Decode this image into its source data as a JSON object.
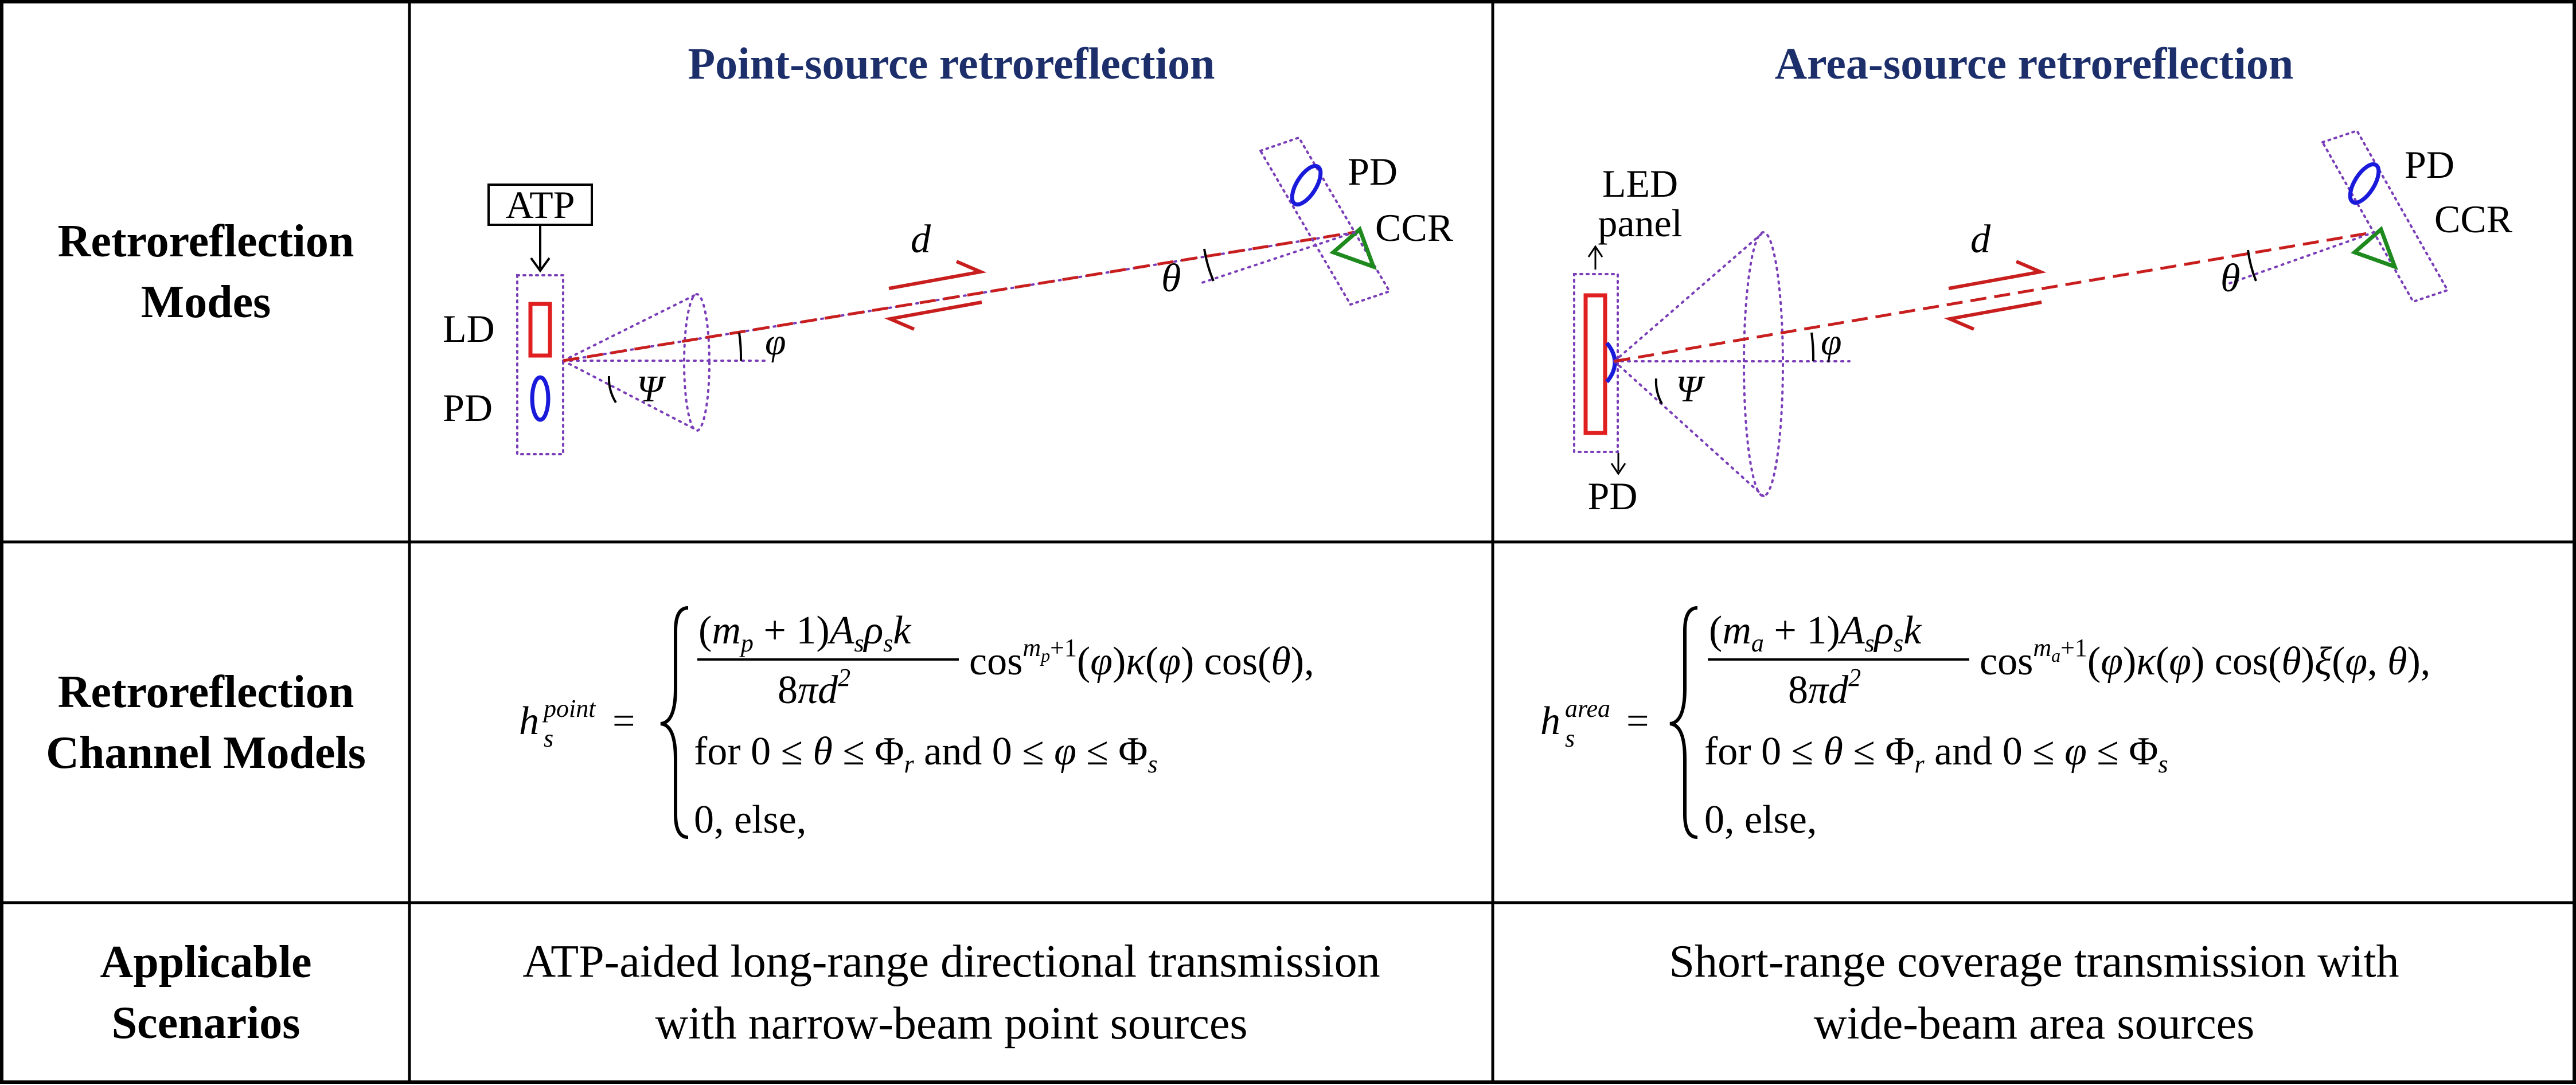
{
  "columns": {
    "point": "Point-source retroreflection",
    "area": "Area-source retroreflection"
  },
  "rows": {
    "modes": [
      "Retroreflection",
      "Modes"
    ],
    "channel": [
      "Retroreflection",
      "Channel Models"
    ],
    "scenarios": [
      "Applicable",
      "Scenarios"
    ]
  },
  "diagram_point": {
    "atp": "ATP",
    "ld": "LD",
    "pd_tx": "PD",
    "pd_rx": "PD",
    "ccr": "CCR",
    "d": "d",
    "theta": "θ",
    "phi": "φ",
    "psi": "Ψ"
  },
  "diagram_area": {
    "led_line1": "LED",
    "led_line2": "panel",
    "pd_tx": "PD",
    "pd_rx": "PD",
    "ccr": "CCR",
    "d": "d",
    "theta": "θ",
    "phi": "φ",
    "psi": "Ψ"
  },
  "formula_point": {
    "lhs_h": "h",
    "lhs_sup": "point",
    "lhs_sub": "s",
    "num": "(m_p + 1)A_sρ_sk",
    "den": "8πd²",
    "tail": "cos^{m_p+1}(φ)κ(φ) cos(θ),",
    "cond": "for 0 ≤ θ ≤ Φ_r and 0 ≤ φ ≤ Φ_s",
    "else": "0, else,"
  },
  "formula_area": {
    "lhs_h": "h",
    "lhs_sup": "area",
    "lhs_sub": "s",
    "num": "(m_a + 1)A_sρ_sk",
    "den": "8πd²",
    "tail": "cos^{m_a+1}(φ)κ(φ) cos(θ)ξ(φ, θ),",
    "cond": "for 0 ≤ θ ≤ Φ_r and 0 ≤ φ ≤ Φ_s",
    "else": "0, else,"
  },
  "scenarios": {
    "point": [
      "ATP-aided long-range directional transmission",
      "with narrow-beam point sources"
    ],
    "area": [
      "Short-range coverage transmission with",
      "wide-beam area sources"
    ]
  },
  "colors": {
    "title": "#1c2f6b",
    "laser": "#e02020",
    "pd": "#1a1adb",
    "ccr": "#1e8a1e",
    "beam": "#c81e1e",
    "dotted": "#7a3db8",
    "grid": "#000000"
  }
}
